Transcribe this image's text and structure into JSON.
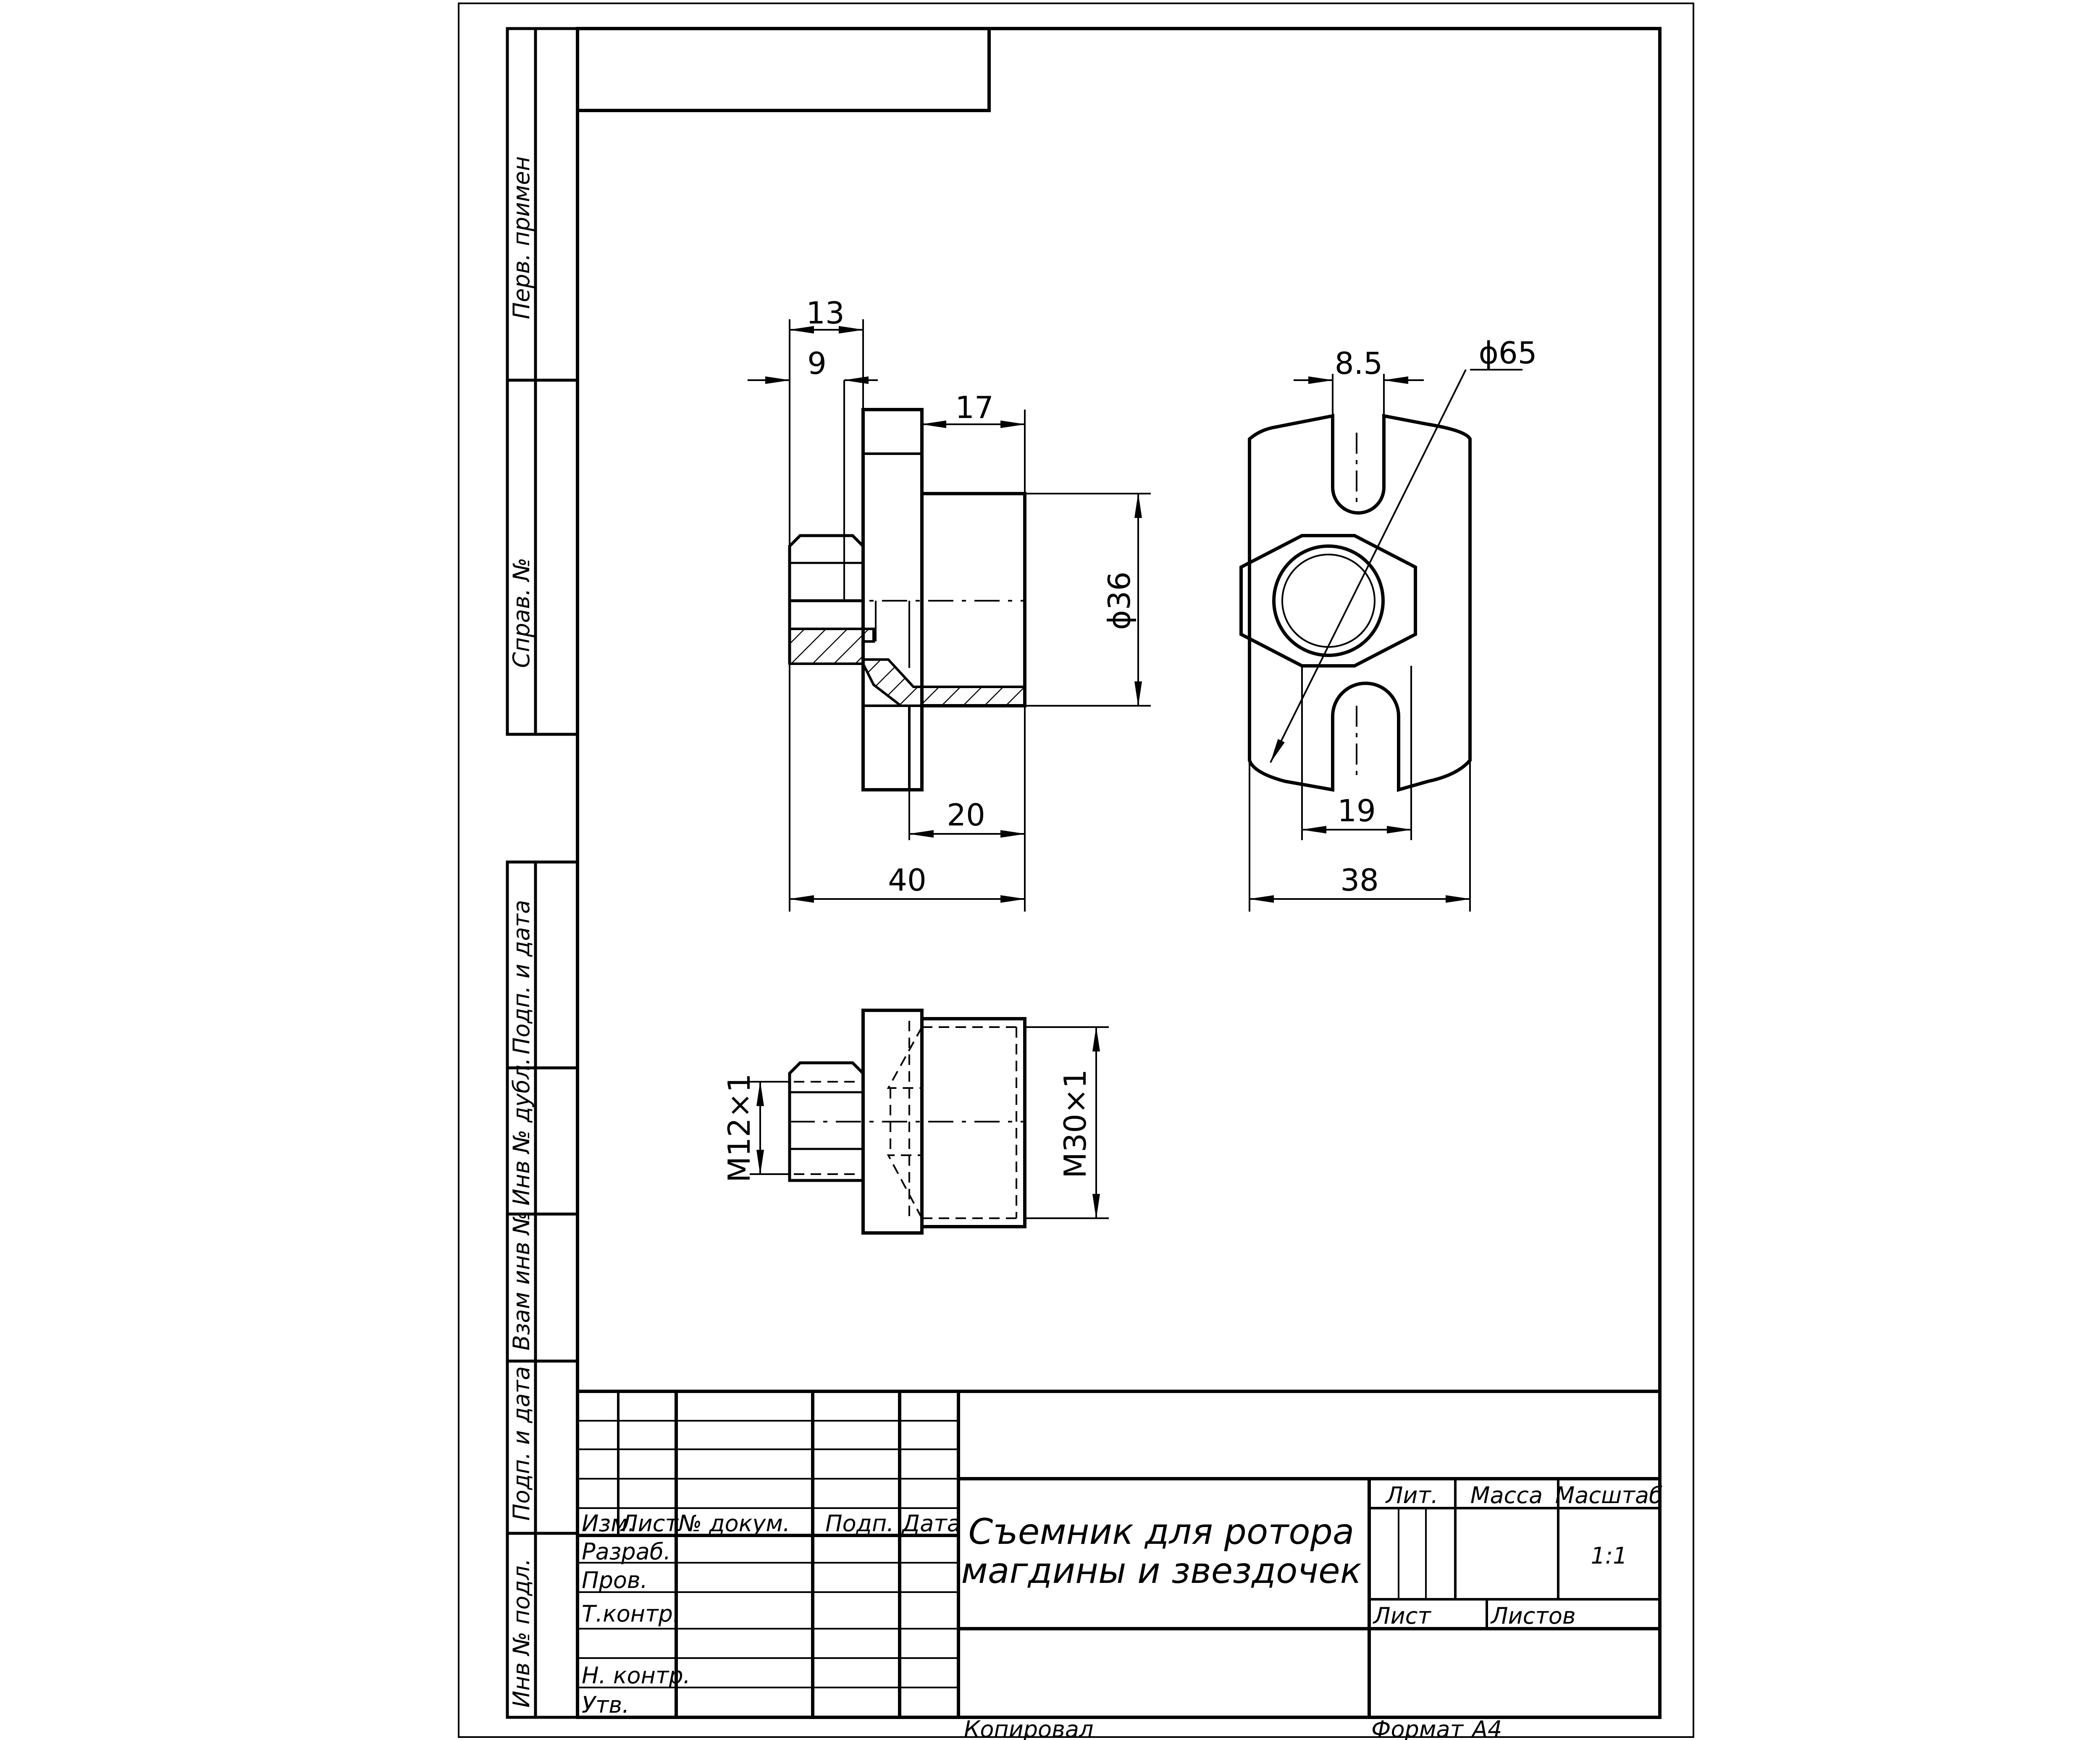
{
  "side_stamps": {
    "perv_primen": "Перв. примен",
    "sprav_no": "Справ. №",
    "podp_data_1": "Подп. и дата",
    "inv_dubl": "Инв № дубл.",
    "vzam_inv": "Взам инв №",
    "podp_data_2": "Подп. и дата",
    "inv_podl": "Инв № подл."
  },
  "dimensions": {
    "d13": "13",
    "d9": "9",
    "d17": "17",
    "d36": "ϕ36",
    "d20": "20",
    "d40": "40",
    "d8_5": "8.5",
    "d65": "ϕ65",
    "d19": "19",
    "d38": "38",
    "m12": "M12×1",
    "m30": "M30×1"
  },
  "title_block": {
    "izm": "Изм.",
    "list": "Лист",
    "no_dokum": "№ докум.",
    "podp": "Подп.",
    "data": "Дата",
    "razrab": "Разраб.",
    "prov": "Пров.",
    "t_kontr": "Т.контр.",
    "n_kontr": "Н. контр.",
    "utv": "Утв.",
    "lit": "Лит.",
    "massa": "Масса",
    "masshtab": "Масштаб",
    "scale_value": "1:1",
    "list_label": "Лист",
    "listov": "Листов",
    "title_line1": "Съемник для ротора",
    "title_line2": "магдины и звездочек"
  },
  "footer": {
    "kopiroval": "Копировал",
    "format_label": "Формат",
    "format_value": "А4"
  }
}
